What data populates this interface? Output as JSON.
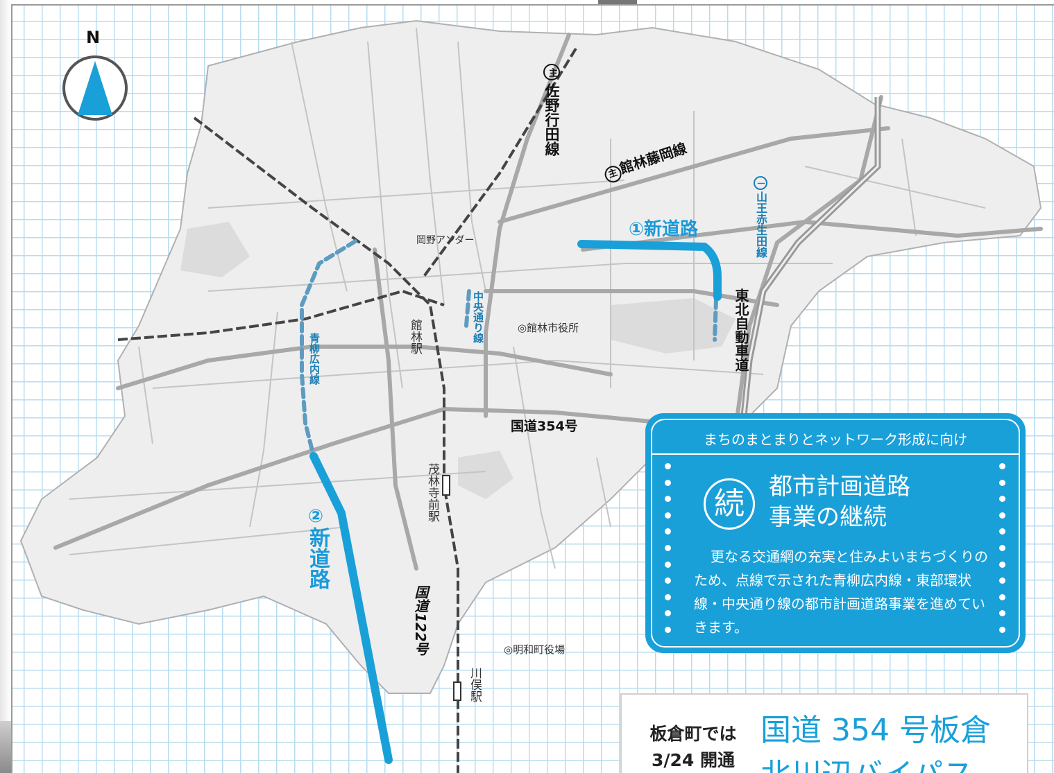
{
  "north_label": "N",
  "colors": {
    "new_road": "#1aa0d9",
    "planned_road": "#5e9bc1",
    "grid": "#b8dcef",
    "city_fill": "#eeeeef",
    "road": "#aaaaaa"
  },
  "roads": {
    "sano_gyoda": {
      "icon": "主",
      "name": "佐野行田線"
    },
    "tatebayashi_fujioka": {
      "icon": "主",
      "name": "館林藤岡線"
    },
    "yamaoo_akou_da": {
      "icon": "一",
      "name": "山王赤生田線"
    },
    "tohoku_expressway": "東北自動車道",
    "route354": "国道354号",
    "route122": "国道122号"
  },
  "new_roads": {
    "road1": "①新道路",
    "road2_num": "②",
    "road2_name": "新道路"
  },
  "planned": {
    "aoyagi": "青柳広内線",
    "chuo": "中央通り線"
  },
  "places": {
    "okano_under": "岡野アンダー",
    "tatebayashi_station": "館林駅",
    "city_hall": "◎館林市役所",
    "morinji_station": "茂林寺前駅",
    "meiwa_office": "◎明和町役場",
    "kawamata_station": "川俣駅"
  },
  "info_box": {
    "header": "まちのまとまりとネットワーク形成に向け",
    "badge": "続",
    "title_line1": "都市計画道路",
    "title_line2": "事業の継続",
    "body": "更なる交通網の充実と住みよいまちづくりのため、点線で示された青柳広内線・東部環状線・中央通り線の都市計画道路事業を進めていきます。"
  },
  "bottom_box": {
    "left_line1": "板倉町では",
    "left_line2": "3/24 開通",
    "right_line1": "国道 354 号板倉",
    "right_line2": "北川辺バイパス"
  }
}
